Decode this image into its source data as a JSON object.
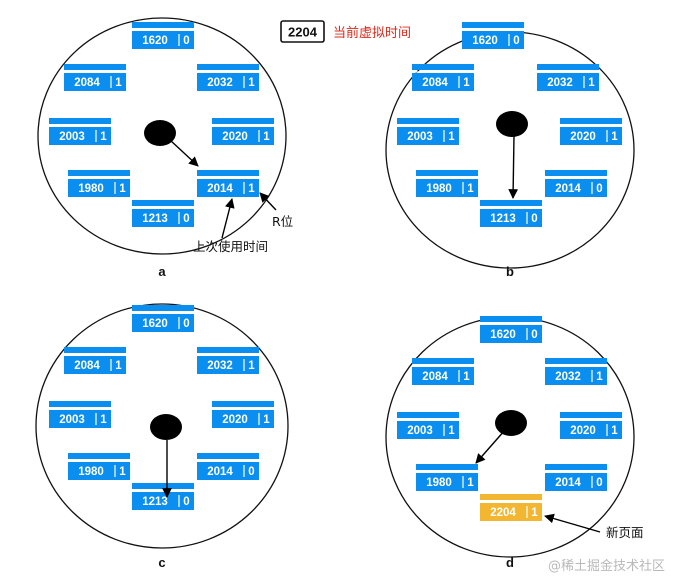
{
  "current_virtual_time": {
    "value": "2204",
    "label": "当前虚拟时间"
  },
  "annotations": {
    "last_used_time": "上次使用时间",
    "r_bit": "R位",
    "new_page": "新页面"
  },
  "watermark": "@稀土掘金技术社区",
  "panels": [
    {
      "label": "a",
      "pages": [
        {
          "time": "1620",
          "r": "0"
        },
        {
          "time": "2032",
          "r": "1"
        },
        {
          "time": "2020",
          "r": "1"
        },
        {
          "time": "2014",
          "r": "1"
        },
        {
          "time": "1213",
          "r": "0"
        },
        {
          "time": "1980",
          "r": "1"
        },
        {
          "time": "2003",
          "r": "1"
        },
        {
          "time": "2084",
          "r": "1"
        }
      ]
    },
    {
      "label": "b",
      "pages": [
        {
          "time": "1620",
          "r": "0"
        },
        {
          "time": "2032",
          "r": "1"
        },
        {
          "time": "2020",
          "r": "1"
        },
        {
          "time": "2014",
          "r": "0"
        },
        {
          "time": "1213",
          "r": "0"
        },
        {
          "time": "1980",
          "r": "1"
        },
        {
          "time": "2003",
          "r": "1"
        },
        {
          "time": "2084",
          "r": "1"
        }
      ]
    },
    {
      "label": "c",
      "pages": [
        {
          "time": "1620",
          "r": "0"
        },
        {
          "time": "2032",
          "r": "1"
        },
        {
          "time": "2020",
          "r": "1"
        },
        {
          "time": "2014",
          "r": "0"
        },
        {
          "time": "1213",
          "r": "0"
        },
        {
          "time": "1980",
          "r": "1"
        },
        {
          "time": "2003",
          "r": "1"
        },
        {
          "time": "2084",
          "r": "1"
        }
      ]
    },
    {
      "label": "d",
      "pages": [
        {
          "time": "1620",
          "r": "0"
        },
        {
          "time": "2032",
          "r": "1"
        },
        {
          "time": "2020",
          "r": "1"
        },
        {
          "time": "2014",
          "r": "0"
        },
        {
          "time": "2204",
          "r": "1",
          "new": true
        },
        {
          "time": "1980",
          "r": "1"
        },
        {
          "time": "2003",
          "r": "1"
        },
        {
          "time": "2084",
          "r": "1"
        }
      ]
    }
  ],
  "colors": {
    "page": "#0a8ef0",
    "new_page": "#f2b630",
    "time_label": "#e0291c"
  }
}
